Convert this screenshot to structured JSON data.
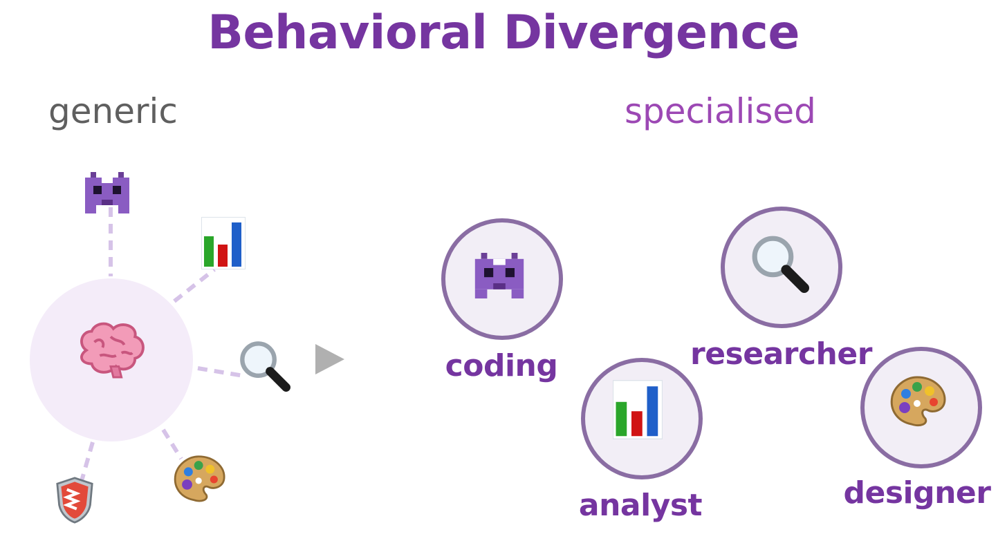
{
  "title": "Behavioral Divergence",
  "generic": {
    "label": "generic",
    "hub_icon": "brain-icon",
    "spokes": [
      {
        "icon": "alien-monster-icon"
      },
      {
        "icon": "bar-chart-icon"
      },
      {
        "icon": "magnifying-glass-icon"
      },
      {
        "icon": "palette-icon"
      },
      {
        "icon": "shield-icon"
      }
    ]
  },
  "arrow_icon": "play-arrow-icon",
  "specialised": {
    "label": "specialised",
    "roles": [
      {
        "label": "coding",
        "icon": "alien-monster-icon"
      },
      {
        "label": "researcher",
        "icon": "magnifying-glass-icon"
      },
      {
        "label": "analyst",
        "icon": "bar-chart-icon"
      },
      {
        "label": "designer",
        "icon": "palette-icon"
      }
    ]
  },
  "colors": {
    "title": "#7535a0",
    "generic_label": "#5f5f5f",
    "specialised_label": "#9c48b4",
    "hub_fill": "#f4ecf9",
    "connector": "#d6c3e8",
    "role_ring": "#8a6da3",
    "role_fill": "#f2eef6",
    "arrow": "#b0b0b0"
  }
}
